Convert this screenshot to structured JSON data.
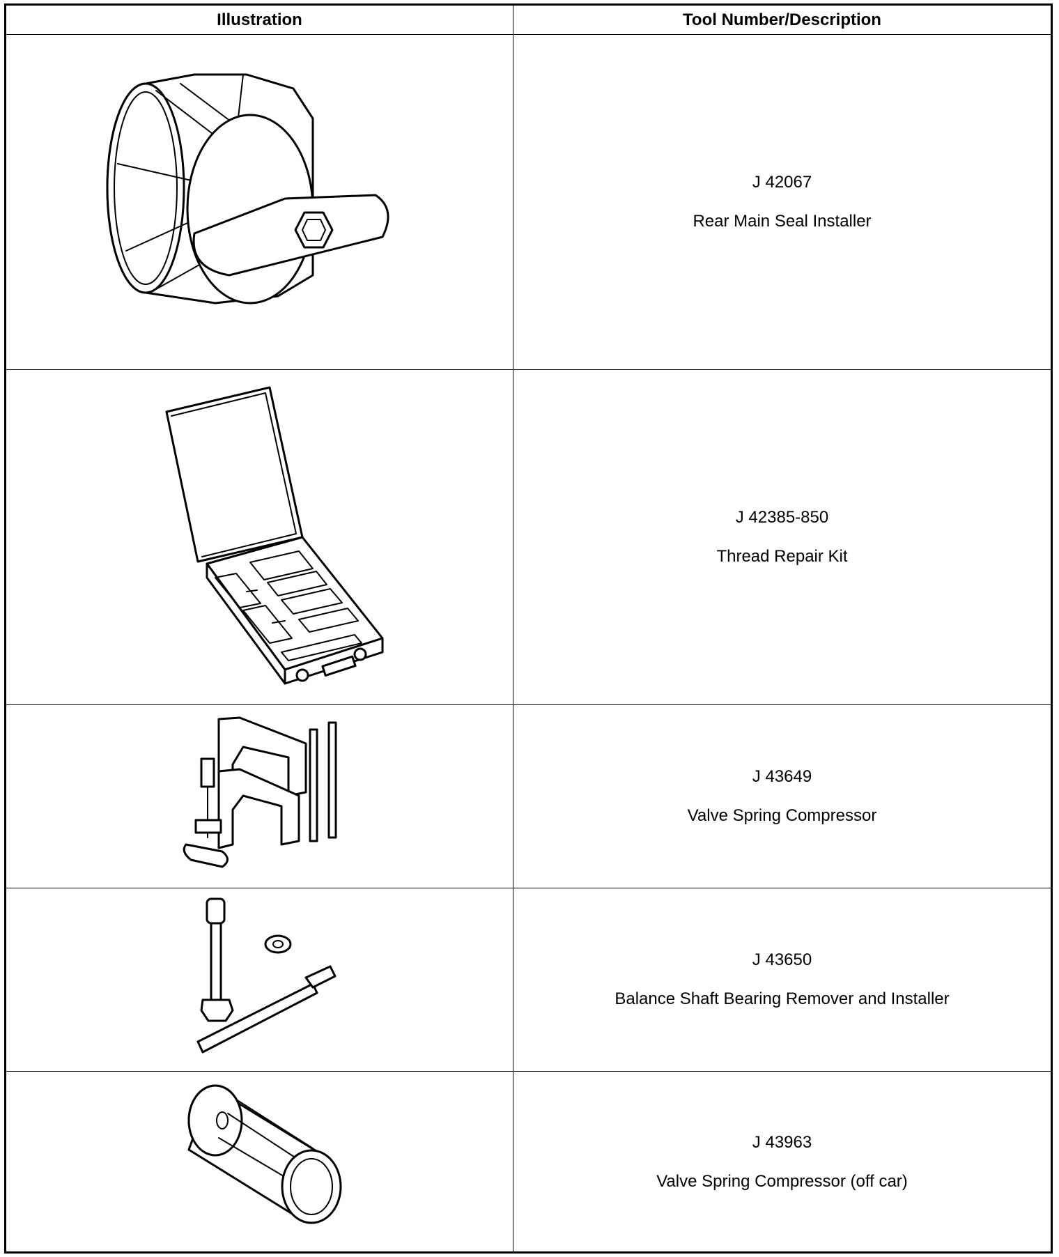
{
  "table": {
    "headers": {
      "illustration": "Illustration",
      "tool": "Tool Number/Description"
    },
    "rows": [
      {
        "tool_number": "J 42067",
        "description": "Rear Main Seal Installer"
      },
      {
        "tool_number": "J 42385-850",
        "description": "Thread Repair Kit"
      },
      {
        "tool_number": "J 43649",
        "description": "Valve Spring Compressor"
      },
      {
        "tool_number": "J 43650",
        "description": "Balance Shaft Bearing Remover and Installer"
      },
      {
        "tool_number": "J 43963",
        "description": "Valve Spring Compressor (off car)"
      }
    ]
  }
}
